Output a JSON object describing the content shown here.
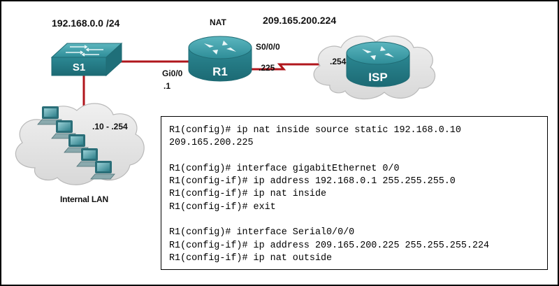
{
  "labels": {
    "lan_network": "192.168.0.0 /24",
    "nat": "NAT",
    "public_network": "209.165.200.224",
    "serial_interface": "S0/0/0",
    "serial_address": ".225",
    "isp_address": ".254",
    "gig_interface": "Gi0/0",
    "gig_address": ".1",
    "host_range": ".10 - .254",
    "internal_lan": "Internal LAN"
  },
  "devices": {
    "switch": "S1",
    "router": "R1",
    "isp": "ISP"
  },
  "colors": {
    "device_teal": "#2f8f9a",
    "link_red": "#b0161c",
    "cloud_fill": "#e4e4e4"
  },
  "config_lines": [
    {
      "prompt": "R1(config)#",
      "command": "ip nat inside source static 192.168.0.10"
    },
    {
      "prompt": "",
      "command": "209.165.200.225"
    },
    {
      "prompt": "",
      "command": ""
    },
    {
      "prompt": "R1(config)#",
      "command": "interface gigabitEthernet 0/0"
    },
    {
      "prompt": "R1(config-if)#",
      "command": "ip address 192.168.0.1 255.255.255.0"
    },
    {
      "prompt": "R1(config-if)#",
      "command": "ip nat inside"
    },
    {
      "prompt": "R1(config-if)#",
      "command": "exit"
    },
    {
      "prompt": "",
      "command": ""
    },
    {
      "prompt": "R1(config)#",
      "command": "interface Serial0/0/0"
    },
    {
      "prompt": "R1(config-if)#",
      "command": "ip address 209.165.200.225 255.255.255.224"
    },
    {
      "prompt": "R1(config-if)#",
      "command": "ip nat outside"
    }
  ]
}
